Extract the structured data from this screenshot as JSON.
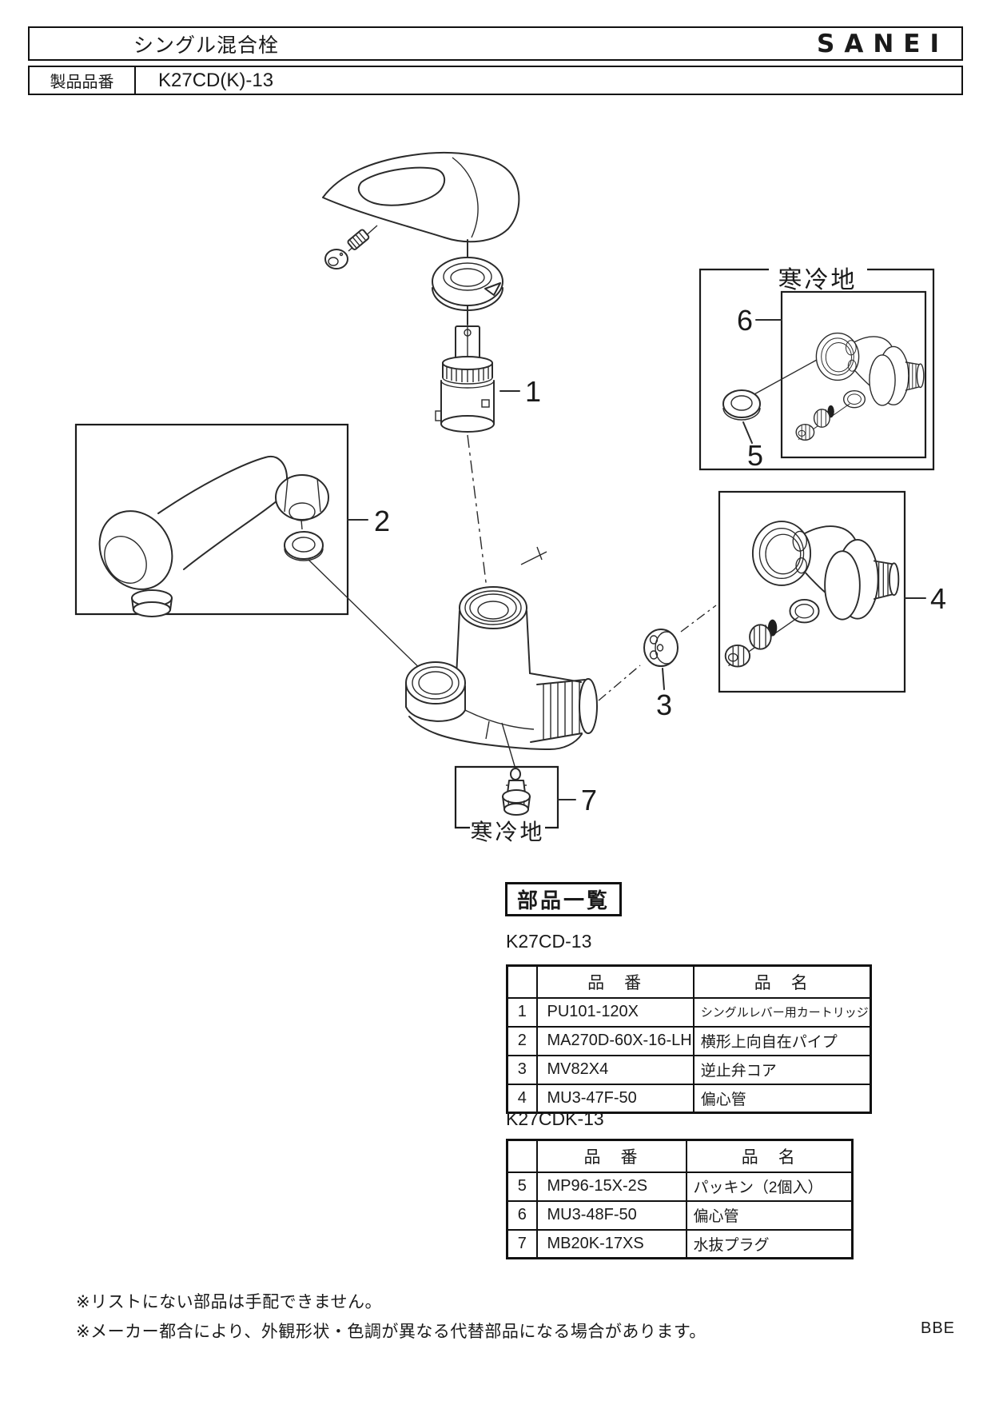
{
  "header": {
    "title": "シングル混合栓",
    "brand": "SANEI",
    "product_label": "製品品番",
    "product_number": "K27CD(K)-13"
  },
  "diagram": {
    "cold_region_top": "寒冷地",
    "cold_region_bottom": "寒冷地",
    "callouts": [
      "1",
      "2",
      "3",
      "4",
      "5",
      "6",
      "7"
    ]
  },
  "parts_list": {
    "section_title": "部品一覧",
    "tables": [
      {
        "model": "K27CD-13",
        "col_part_number": "品　番",
        "col_part_name": "品　名",
        "rows": [
          {
            "no": "1",
            "part_number": "PU101-120X",
            "part_name": "シングルレバー用カートリッジ"
          },
          {
            "no": "2",
            "part_number": "MA270D-60X-16-LH",
            "part_name": "横形上向自在パイプ"
          },
          {
            "no": "3",
            "part_number": "MV82X4",
            "part_name": "逆止弁コア"
          },
          {
            "no": "4",
            "part_number": "MU3-47F-50",
            "part_name": "偏心管"
          }
        ]
      },
      {
        "model": "K27CDK-13",
        "col_part_number": "品　番",
        "col_part_name": "品　名",
        "rows": [
          {
            "no": "5",
            "part_number": "MP96-15X-2S",
            "part_name": "パッキン（2個入）"
          },
          {
            "no": "6",
            "part_number": "MU3-48F-50",
            "part_name": "偏心管"
          },
          {
            "no": "7",
            "part_number": "MB20K-17XS",
            "part_name": "水抜プラグ"
          }
        ]
      }
    ]
  },
  "footer": {
    "notes": [
      "※リストにない部品は手配できません。",
      "※メーカー都合により、外観形状・色調が異なる代替部品になる場合があります。"
    ],
    "code": "BBE"
  }
}
